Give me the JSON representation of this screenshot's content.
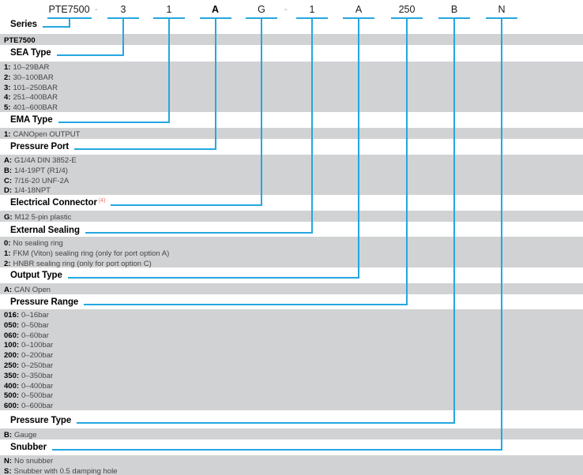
{
  "colors": {
    "accent": "#25a7e0",
    "band_background": "#d1d2d4",
    "superscript_red": "#e96a5f",
    "separator_gray": "#999999"
  },
  "code_row": {
    "segments": [
      {
        "text": "PTE7500",
        "bold": false
      },
      {
        "text": "3",
        "bold": false
      },
      {
        "text": "1",
        "bold": false
      },
      {
        "text": "A",
        "bold": true
      },
      {
        "text": "G",
        "bold": false
      },
      {
        "text": "1",
        "bold": false
      },
      {
        "text": "A",
        "bold": false
      },
      {
        "text": "250",
        "bold": false
      },
      {
        "text": "B",
        "bold": false
      },
      {
        "text": "N",
        "bold": false
      }
    ],
    "separators": [
      {
        "text": "-"
      },
      {
        "text": "-"
      }
    ]
  },
  "sections": [
    {
      "heading": "Series",
      "options": [
        {
          "code": "PTE7500",
          "desc": ""
        }
      ]
    },
    {
      "heading": "SEA Type",
      "options": [
        {
          "code": "1:",
          "desc": "10–29BAR"
        },
        {
          "code": "2:",
          "desc": "30–100BAR"
        },
        {
          "code": "3:",
          "desc": "101–250BAR"
        },
        {
          "code": "4:",
          "desc": "251–400BAR"
        },
        {
          "code": "5:",
          "desc": "401–600BAR"
        }
      ]
    },
    {
      "heading": "EMA Type",
      "options": [
        {
          "code": "1:",
          "desc": "CANOpen OUTPUT"
        }
      ]
    },
    {
      "heading": "Pressure Port",
      "options": [
        {
          "code": "A:",
          "desc": "G1/4A DIN 3852-E"
        },
        {
          "code": "B:",
          "desc": "1/4-19PT (R1/4)"
        },
        {
          "code": "C:",
          "desc": "7/16-20 UNF-2A"
        },
        {
          "code": "D:",
          "desc": "1/4-18NPT"
        }
      ]
    },
    {
      "heading": "Electrical Connector",
      "superscript": "(4)",
      "options": [
        {
          "code": "G:",
          "desc": "M12 5-pin plastic"
        }
      ]
    },
    {
      "heading": "External Sealing",
      "options": [
        {
          "code": "0:",
          "desc": "No sealing ring"
        },
        {
          "code": "1:",
          "desc": "FKM (Viton) sealing ring (only for port option A)"
        },
        {
          "code": "2:",
          "desc": "HNBR sealing ring (only for port option C)"
        }
      ]
    },
    {
      "heading": "Output Type",
      "options": [
        {
          "code": "A:",
          "desc": "CAN Open"
        }
      ]
    },
    {
      "heading": "Pressure Range",
      "options": [
        {
          "code": "016:",
          "desc": "0–16bar"
        },
        {
          "code": "050:",
          "desc": "0–50bar"
        },
        {
          "code": "060:",
          "desc": "0–60bar"
        },
        {
          "code": "100:",
          "desc": "0–100bar"
        },
        {
          "code": "200:",
          "desc": "0–200bar"
        },
        {
          "code": "250:",
          "desc": "0–250bar"
        },
        {
          "code": "350:",
          "desc": "0–350bar"
        },
        {
          "code": "400:",
          "desc": "0–400bar"
        },
        {
          "code": "500:",
          "desc": "0–500bar"
        },
        {
          "code": "600:",
          "desc": "0–600bar"
        }
      ]
    },
    {
      "heading": "Pressure Type",
      "options": [
        {
          "code": "B:",
          "desc": "Gauge"
        }
      ]
    },
    {
      "heading": "Snubber",
      "options": [
        {
          "code": "N:",
          "desc": "No snubber"
        },
        {
          "code": "S:",
          "desc": "Snubber with 0.5 damping hole"
        }
      ]
    }
  ]
}
